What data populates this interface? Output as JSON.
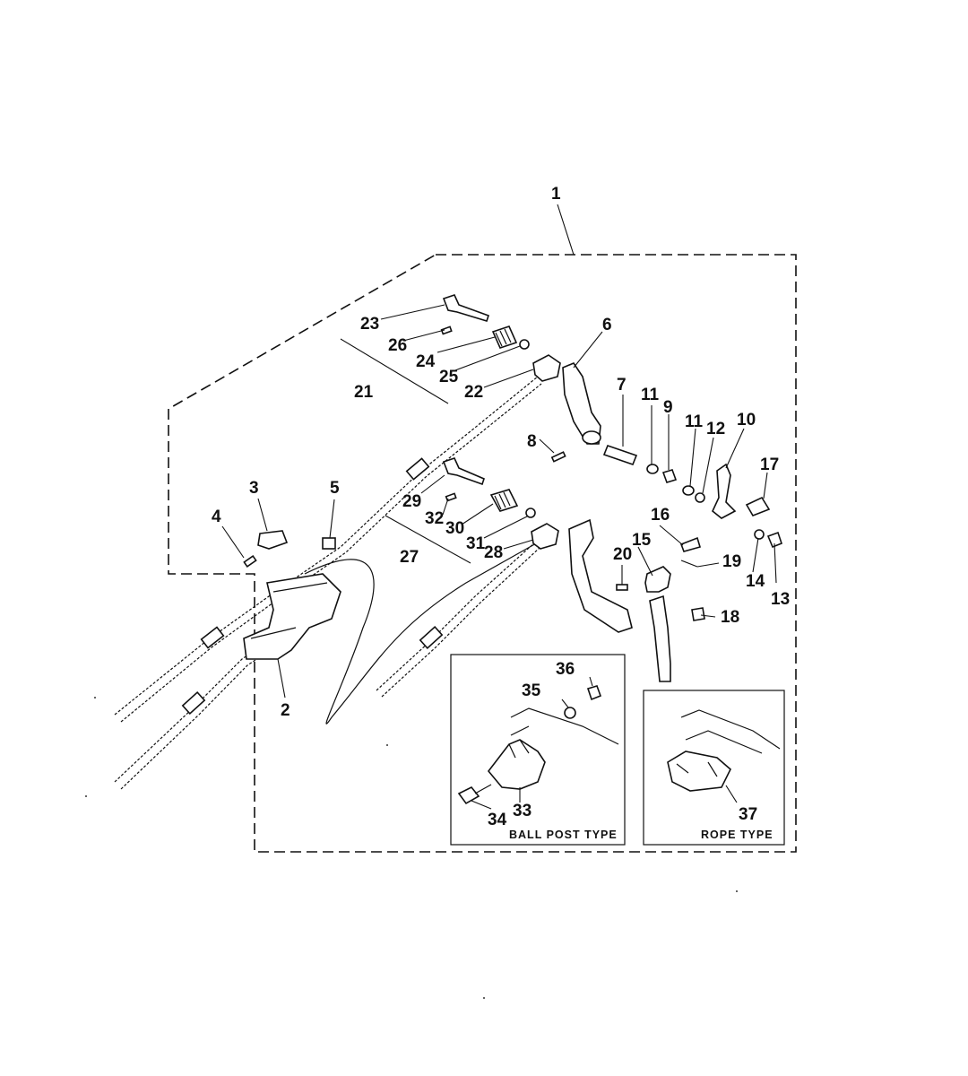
{
  "diagram": {
    "callouts": {
      "c1": "1",
      "c2": "2",
      "c3": "3",
      "c4": "4",
      "c5": "5",
      "c6": "6",
      "c7": "7",
      "c8": "8",
      "c9": "9",
      "c10": "10",
      "c11a": "11",
      "c11b": "11",
      "c12": "12",
      "c13": "13",
      "c14": "14",
      "c15": "15",
      "c16": "16",
      "c17": "17",
      "c18": "18",
      "c19": "19",
      "c20": "20",
      "c21": "21",
      "c22": "22",
      "c23": "23",
      "c24": "24",
      "c25": "25",
      "c26": "26",
      "c27": "27",
      "c28": "28",
      "c29": "29",
      "c30": "30",
      "c31": "31",
      "c32": "32",
      "c33": "33",
      "c34": "34",
      "c35": "35",
      "c36": "36",
      "c37": "37"
    },
    "insets": {
      "ball_post_label": "BALL POST TYPE",
      "rope_label": "ROPE TYPE"
    }
  }
}
